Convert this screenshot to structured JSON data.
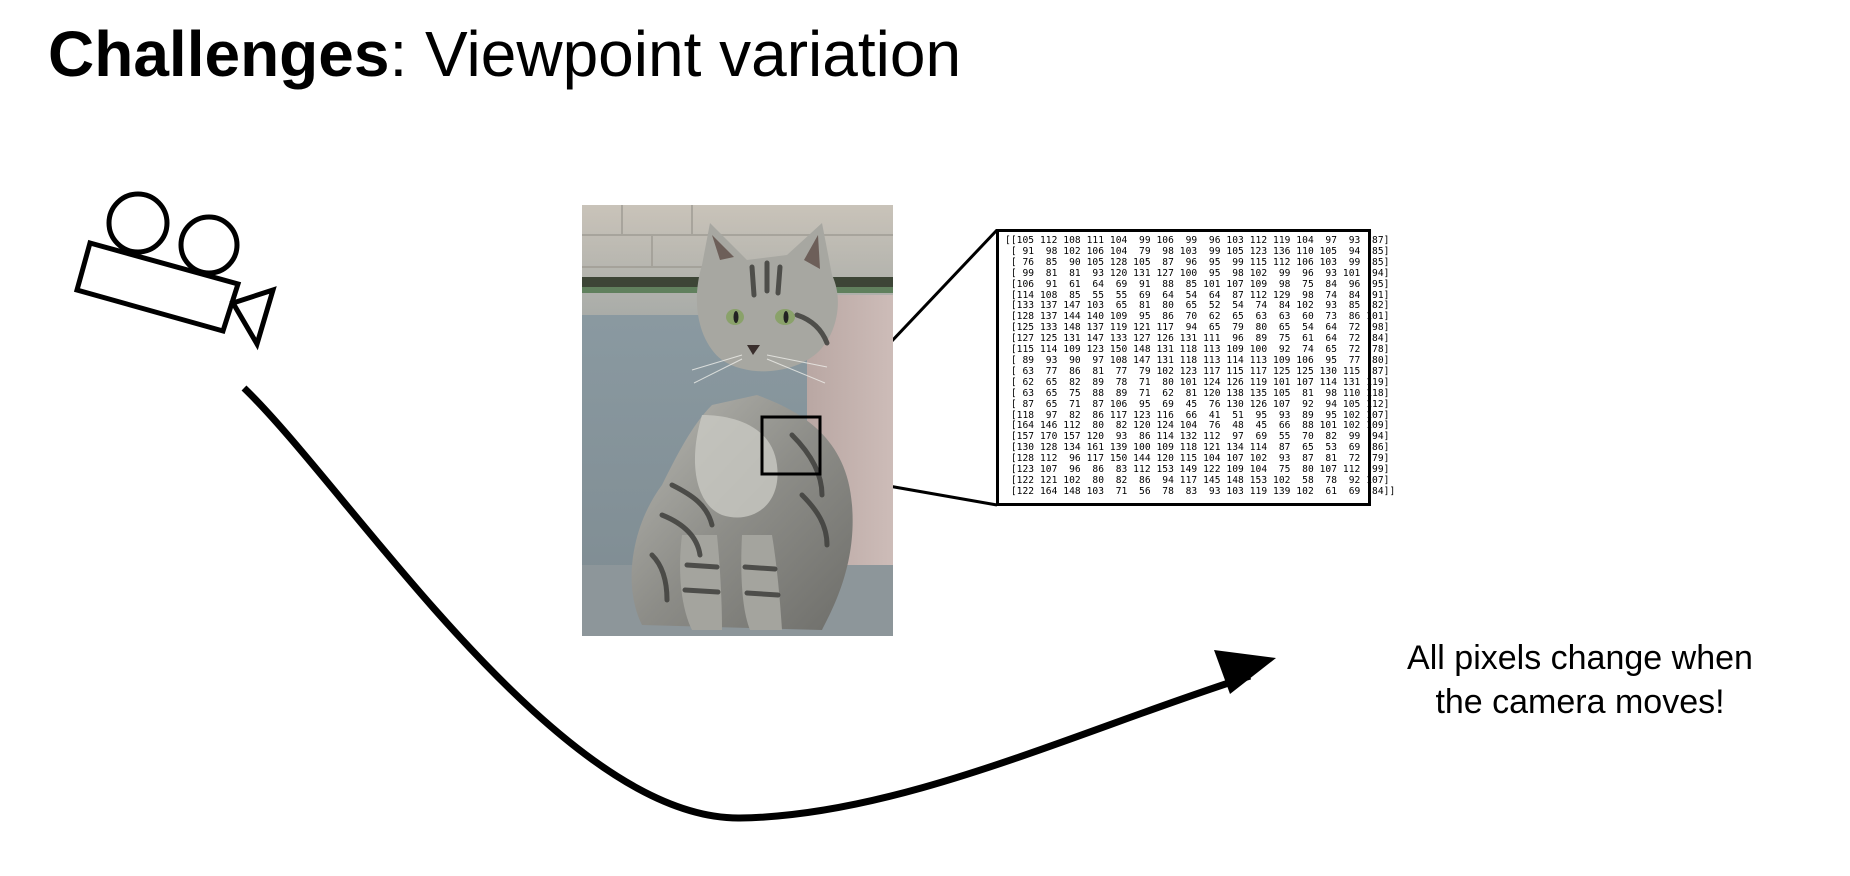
{
  "title": {
    "bold": "Challenges",
    "rest": ": Viewpoint variation"
  },
  "matrix": [
    "[[105 112 108 111 104  99 106  99  96 103 112 119 104  97  93  87]",
    " [ 91  98 102 106 104  79  98 103  99 105 123 136 110 105  94  85]",
    " [ 76  85  90 105 128 105  87  96  95  99 115 112 106 103  99  85]",
    " [ 99  81  81  93 120 131 127 100  95  98 102  99  96  93 101  94]",
    " [106  91  61  64  69  91  88  85 101 107 109  98  75  84  96  95]",
    " [114 108  85  55  55  69  64  54  64  87 112 129  98  74  84  91]",
    " [133 137 147 103  65  81  80  65  52  54  74  84 102  93  85  82]",
    " [128 137 144 140 109  95  86  70  62  65  63  63  60  73  86 101]",
    " [125 133 148 137 119 121 117  94  65  79  80  65  54  64  72  98]",
    " [127 125 131 147 133 127 126 131 111  96  89  75  61  64  72  84]",
    " [115 114 109 123 150 148 131 118 113 109 100  92  74  65  72  78]",
    " [ 89  93  90  97 108 147 131 118 113 114 113 109 106  95  77  80]",
    " [ 63  77  86  81  77  79 102 123 117 115 117 125 125 130 115  87]",
    " [ 62  65  82  89  78  71  80 101 124 126 119 101 107 114 131 119]",
    " [ 63  65  75  88  89  71  62  81 120 138 135 105  81  98 110 118]",
    " [ 87  65  71  87 106  95  69  45  76 130 126 107  92  94 105 112]",
    " [118  97  82  86 117 123 116  66  41  51  95  93  89  95 102 107]",
    " [164 146 112  80  82 120 124 104  76  48  45  66  88 101 102 109]",
    " [157 170 157 120  93  86 114 132 112  97  69  55  70  82  99  94]",
    " [130 128 134 161 139 100 109 118 121 134 114  87  65  53  69  86]",
    " [128 112  96 117 150 144 120 115 104 107 102  93  87  81  72  79]",
    " [123 107  96  86  83 112 153 149 122 109 104  75  80 107 112  99]",
    " [122 121 102  80  82  86  94 117 145 148 153 102  58  78  92 107]",
    " [122 164 148 103  71  56  78  83  93 103 119 139 102  61  69  84]]"
  ],
  "caption": {
    "line1": "All pixels change when",
    "line2": "the camera moves!"
  },
  "icons": {
    "camera": "video-camera-icon",
    "arrow": "curved-arrow-icon"
  }
}
